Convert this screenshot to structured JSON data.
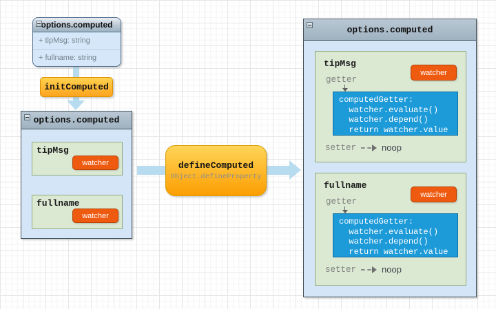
{
  "colors": {
    "body_blue": "#d3e5f7",
    "header_gray": "#a9bac8",
    "green_fill": "#dbe9d3",
    "green_border": "#8faa7c",
    "badge_orange": "#ee5a10",
    "step_yellow": "#fda41f",
    "code_blue": "#1d9ad8",
    "arrow_blue": "#b8dcef"
  },
  "class_box": {
    "title": "options.computed",
    "fields": [
      "+ tipMsg: string",
      "+ fullname: string"
    ]
  },
  "init_step": {
    "label": "initComputed"
  },
  "state_box": {
    "title": "options.computed",
    "items": [
      {
        "name": "tipMsg",
        "badge": "watcher"
      },
      {
        "name": "fullname",
        "badge": "watcher"
      }
    ]
  },
  "define_step": {
    "title": "defineComputed",
    "subtitle": "Object.defineProperty"
  },
  "result_box": {
    "title": "options.computed",
    "properties": [
      {
        "name": "tipMsg",
        "badge": "watcher",
        "getter_label": "getter",
        "code_lines": [
          "computedGetter:",
          "  watcher.evaluate()",
          "  watcher.depend()",
          "  return watcher.value"
        ],
        "setter_label": "setter",
        "setter_target": "noop"
      },
      {
        "name": "fullname",
        "badge": "watcher",
        "getter_label": "getter",
        "code_lines": [
          "computedGetter:",
          "  watcher.evaluate()",
          "  watcher.depend()",
          "  return watcher.value"
        ],
        "setter_label": "setter",
        "setter_target": "noop"
      }
    ]
  }
}
